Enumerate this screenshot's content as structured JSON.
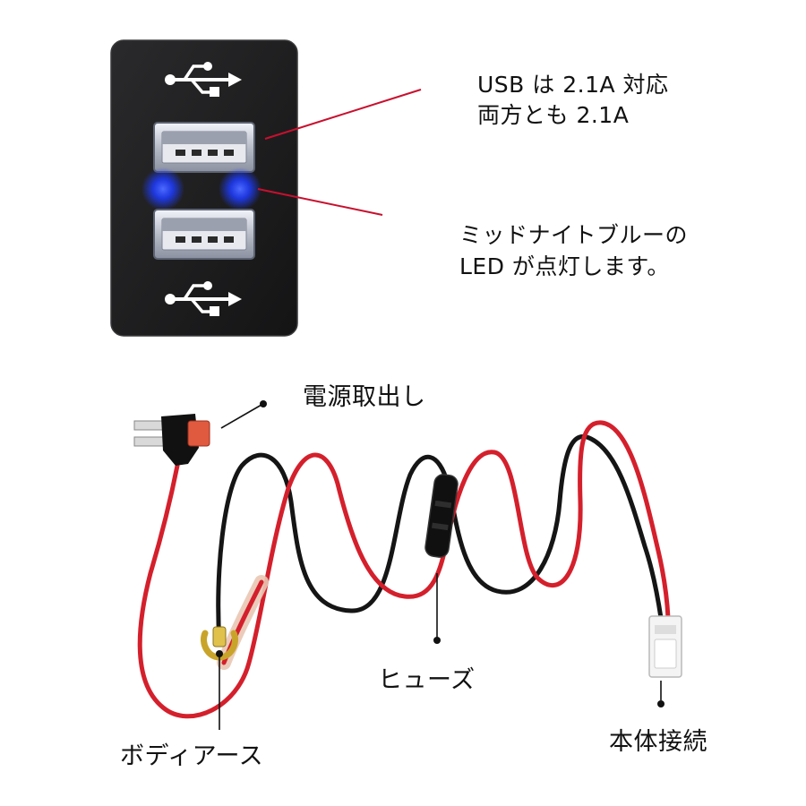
{
  "usb_note": {
    "line1": "USB は 2.1A 対応",
    "line2": "両方とも 2.1A"
  },
  "led_note": {
    "line1": "ミッドナイトブルーの",
    "line2": "LED が点灯します。"
  },
  "callouts": {
    "power_tap": "電源取出し",
    "fuse": "ヒューズ",
    "body_ground": "ボディアース",
    "unit_connection": "本体接続"
  },
  "colors": {
    "panel": "#1c1c1e",
    "led_blue": "#1e3cff",
    "wire_red": "#d4202c",
    "wire_black": "#151515",
    "leader_red": "#c8102e"
  }
}
